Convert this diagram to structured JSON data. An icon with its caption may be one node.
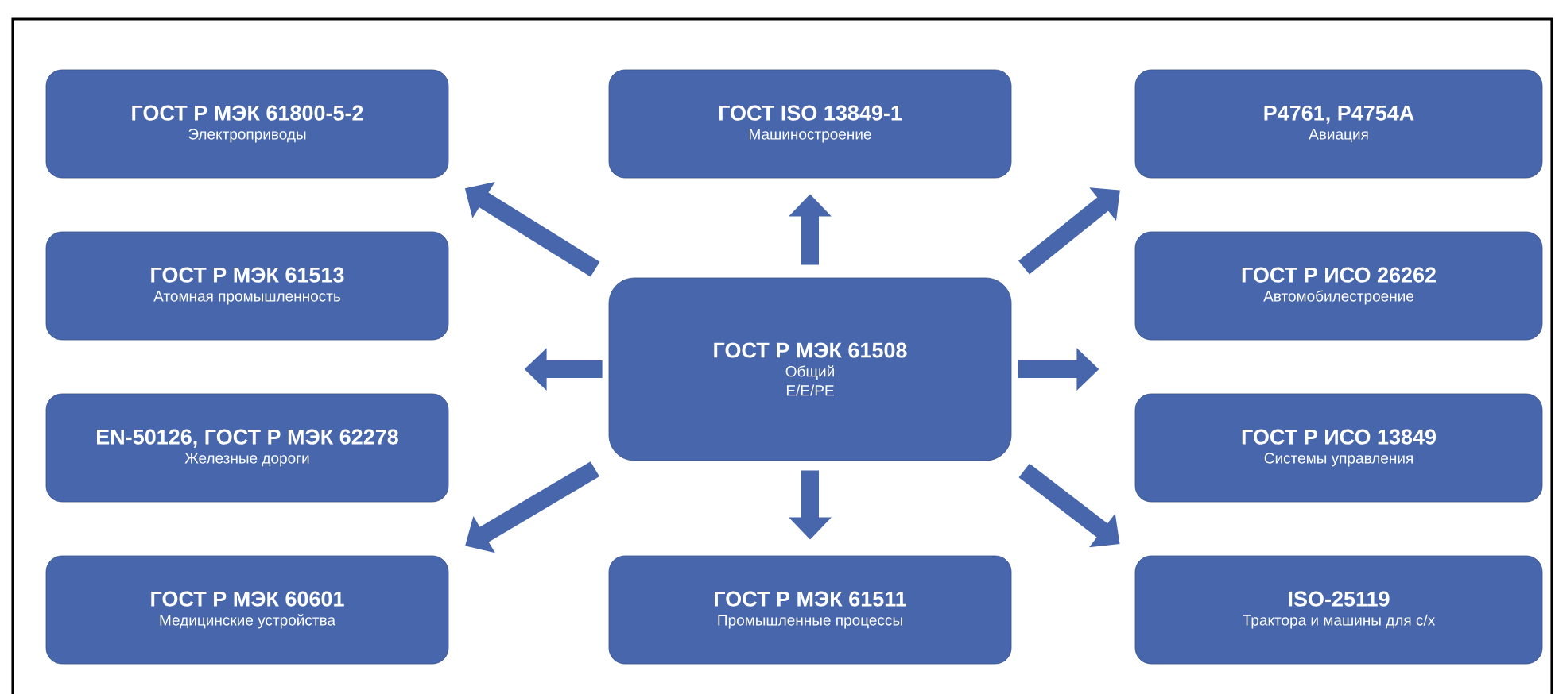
{
  "diagram": {
    "nodes": [
      {
        "text": [
          "ГОСТ Р МЭК 61800-5-2",
          "Электроприводы"
        ]
      },
      {
        "text": [
          "ГОСТ ISO 13849-1",
          "Машиностроение"
        ]
      },
      {
        "text": [
          "P4761, P4754A",
          "Авиация"
        ]
      },
      {
        "text": [
          "ГОСТ Р МЭК 61513",
          "Атомная промышленность"
        ]
      },
      {
        "text": [
          "ГОСТ Р МЭК 61508",
          "Общий",
          "E/E/PE"
        ]
      },
      {
        "text": [
          "ГОСТ Р ИСО 26262",
          "Автомобилестроение"
        ]
      },
      {
        "text": [
          "EN-50126, ГОСТ Р МЭК 62278",
          "Железные дороги"
        ]
      },
      {
        "text": [
          "ГОСТ Р ИСО 13849",
          "Системы управления"
        ]
      },
      {
        "text": [
          "ГОСТ Р МЭК 60601",
          "Медицинские устройства"
        ]
      },
      {
        "text": [
          "ГОСТ Р МЭК 61511",
          "Промышленные процессы"
        ]
      },
      {
        "text": [
          "ISO-25119",
          "Трактора и машины для с/х"
        ]
      }
    ],
    "edges": [
      {
        "from": 4,
        "to": 0,
        "arrow": "to"
      },
      {
        "from": 4,
        "to": 1,
        "arrow": "to"
      },
      {
        "from": 4,
        "to": 2,
        "arrow": "to"
      },
      {
        "from": 4,
        "to": null,
        "arrow": "to"
      },
      {
        "from": 4,
        "to": null,
        "arrow": "to"
      },
      {
        "from": 4,
        "to": 8,
        "arrow": "to"
      },
      {
        "from": 4,
        "to": 9,
        "arrow": "to"
      },
      {
        "from": 4,
        "to": 10,
        "arrow": "to"
      }
    ]
  }
}
